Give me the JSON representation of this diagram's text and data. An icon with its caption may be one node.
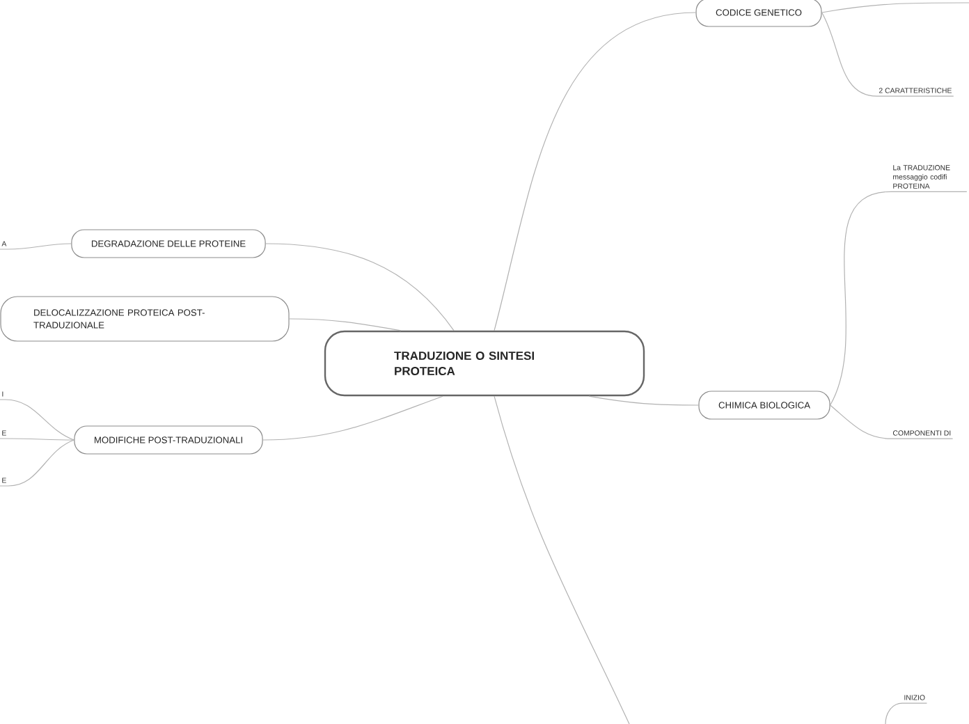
{
  "diagram": {
    "nodes": [
      {
        "text": [
          "TRADUZIONE O SINTESI PROTEICA"
        ]
      },
      {
        "text": [
          "CODICE GENETICO"
        ]
      },
      {
        "text": [
          "2 CARATTERISTICHE"
        ]
      },
      {
        "text": [
          "CHIMICA BIOLOGICA"
        ]
      },
      {
        "text": [
          "La TRADUZIONE messaggio codifi PROTEINA"
        ]
      },
      {
        "text": [
          "COMPONENTI DI"
        ]
      },
      {
        "text": [
          "DEGRADAZIONE DELLE PROTEINE"
        ]
      },
      {
        "text": [
          "A"
        ]
      },
      {
        "text": [
          "DELOCALIZZAZIONE PROTEICA POST-TRADUZIONALE"
        ]
      },
      {
        "text": [
          "MODIFICHE POST-TRADUZIONALI"
        ]
      },
      {
        "text": [
          "I"
        ]
      },
      {
        "text": [
          "E"
        ]
      },
      {
        "text": [
          "E"
        ]
      },
      {
        "text": [
          "INIZIO"
        ]
      }
    ],
    "edges": [
      {
        "from": 0,
        "to": 1,
        "arrow": "none"
      },
      {
        "from": 0,
        "to": 3,
        "arrow": "none"
      },
      {
        "from": 0,
        "to": 6,
        "arrow": "none"
      },
      {
        "from": 0,
        "to": 8,
        "arrow": "none"
      },
      {
        "from": 0,
        "to": 9,
        "arrow": "none"
      },
      {
        "from": 0,
        "to": null,
        "arrow": "none"
      },
      {
        "from": 1,
        "to": 2,
        "arrow": "none"
      },
      {
        "from": 1,
        "to": null,
        "arrow": "none"
      },
      {
        "from": 3,
        "to": 4,
        "arrow": "none"
      },
      {
        "from": 3,
        "to": 5,
        "arrow": "none"
      },
      {
        "from": 6,
        "to": 7,
        "arrow": "none"
      },
      {
        "from": 9,
        "to": 10,
        "arrow": "none"
      },
      {
        "from": 9,
        "to": 11,
        "arrow": "none"
      },
      {
        "from": 9,
        "to": 12,
        "arrow": "none"
      },
      {
        "from": null,
        "to": 13,
        "arrow": "none"
      }
    ]
  }
}
